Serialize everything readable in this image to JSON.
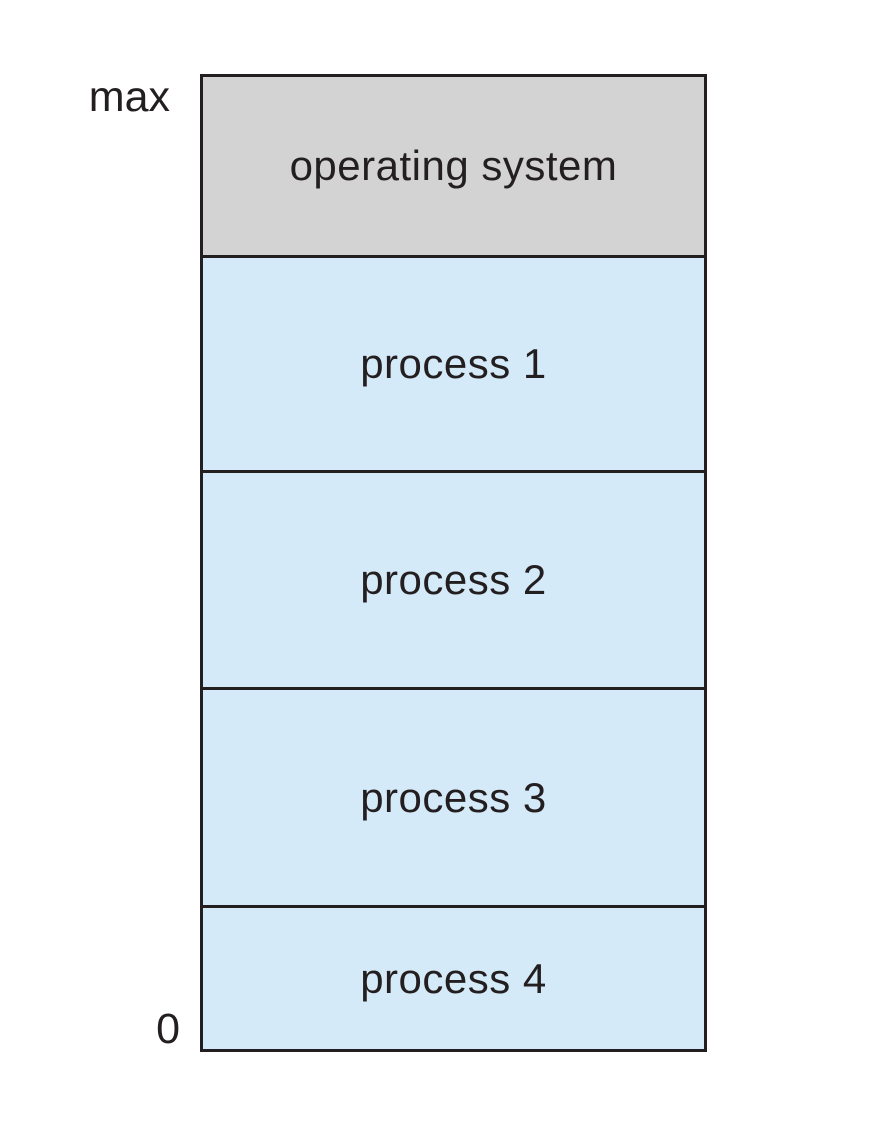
{
  "figure": {
    "description": "Memory layout diagram with operating system and four user processes",
    "axis": {
      "top_label": "max",
      "bottom_label": "0"
    },
    "segments": [
      {
        "label": "operating system",
        "color": "#d3d3d4"
      },
      {
        "label": "process 1",
        "color": "#d5eaf8"
      },
      {
        "label": "process 2",
        "color": "#d5eaf8"
      },
      {
        "label": "process 3",
        "color": "#d5eaf8"
      },
      {
        "label": "process 4",
        "color": "#d5eaf8"
      }
    ],
    "border_color": "#231f20",
    "text_color": "#231f20",
    "background_color": "#ffffff"
  }
}
